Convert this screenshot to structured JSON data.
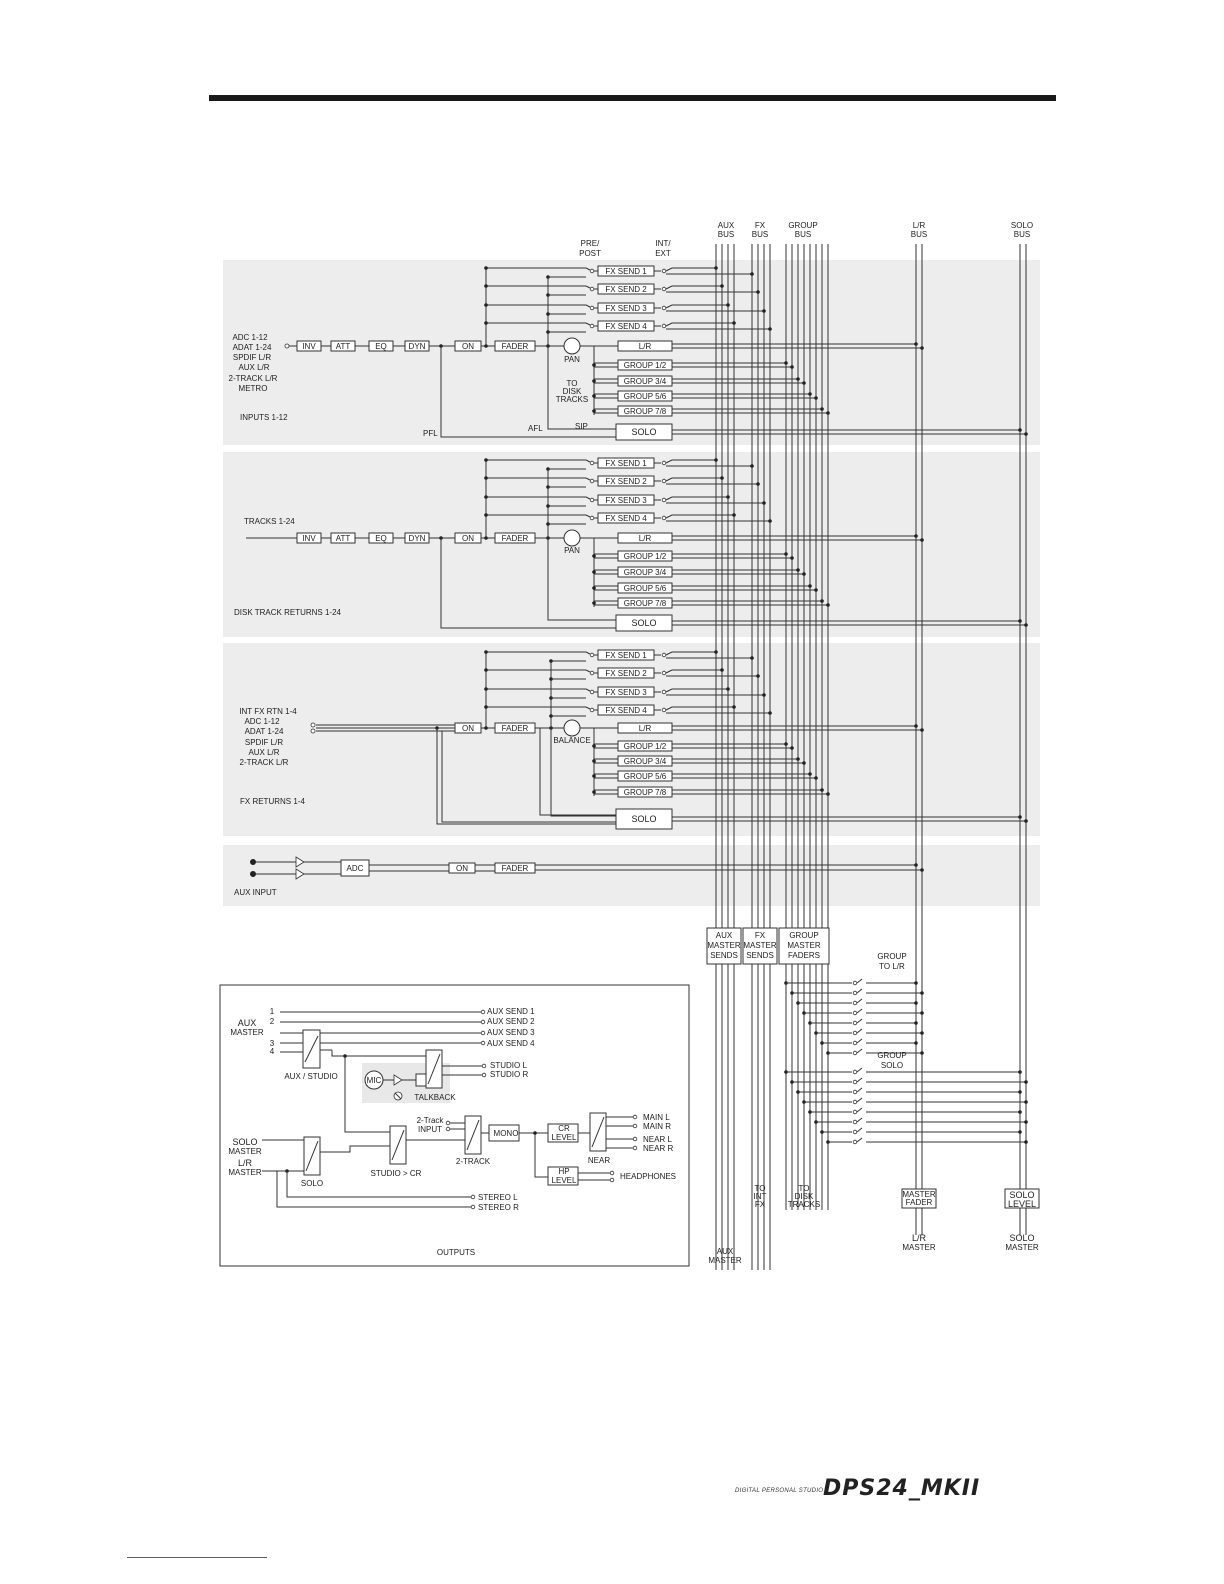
{
  "bus_headers": {
    "aux": [
      "AUX",
      "BUS"
    ],
    "fx": [
      "FX",
      "BUS"
    ],
    "group": [
      "GROUP",
      "BUS"
    ],
    "lr": [
      "L/R",
      "BUS"
    ],
    "solo": [
      "SOLO",
      "BUS"
    ]
  },
  "top_labels": {
    "pre_post": [
      "PRE/",
      "POST"
    ],
    "int_ext": [
      "INT/",
      "EXT"
    ]
  },
  "send_labels": [
    "FX SEND 1",
    "FX SEND 2",
    "FX SEND 3",
    "FX SEND 4"
  ],
  "route_labels": [
    "L/R",
    "GROUP 1/2",
    "GROUP 3/4",
    "GROUP 5/6",
    "GROUP 7/8"
  ],
  "solo_label": "SOLO",
  "chain": {
    "inv": "INV",
    "att": "ATT",
    "eq": "EQ",
    "dyn": "DYN",
    "on": "ON",
    "fader": "FADER",
    "adc": "ADC"
  },
  "inputs_section": {
    "sources": [
      "ADC 1-12",
      "ADAT 1-24",
      "SPDIF L/R",
      "AUX L/R",
      "2-TRACK L/R",
      "METRO"
    ],
    "title": "INPUTS 1-12",
    "pan": "PAN",
    "to_disk": [
      "TO",
      "DISK",
      "TRACKS"
    ],
    "pfl": "PFL",
    "afl": "AFL",
    "sip": "SIP"
  },
  "tracks_section": {
    "title_top": "TRACKS 1-24",
    "title": "DISK TRACK RETURNS 1-24",
    "pan": "PAN"
  },
  "fx_section": {
    "sources": [
      "INT FX RTN 1-4",
      "ADC 1-12",
      "ADAT 1-24",
      "SPDIF L/R",
      "AUX L/R",
      "2-TRACK L/R"
    ],
    "title": "FX RETURNS  1-4",
    "balance": "BALANCE"
  },
  "aux_section": {
    "title": "AUX INPUT"
  },
  "master_boxes": {
    "aux": [
      "AUX",
      "MASTER",
      "SENDS"
    ],
    "fx": [
      "FX",
      "MASTER",
      "SENDS"
    ],
    "group": [
      "GROUP",
      "MASTER",
      "FADERS"
    ]
  },
  "group_switch_labels": {
    "to_lr": [
      "GROUP",
      "TO L/R"
    ],
    "solo": [
      "GROUP",
      "SOLO"
    ]
  },
  "bottom_labels": {
    "to_int_fx": [
      "TO",
      "INT",
      "FX"
    ],
    "to_disk": [
      "TO",
      "DISK",
      "TRACKS"
    ],
    "master_fader": [
      "MASTER",
      "FADER"
    ],
    "solo_level": [
      "SOLO",
      "LEVEL"
    ],
    "lr_master": [
      "L/R",
      "MASTER"
    ],
    "solo_master": [
      "SOLO",
      "MASTER"
    ],
    "aux_master": [
      "AUX",
      "MASTER"
    ]
  },
  "outputs": {
    "aux_numbers": [
      "1",
      "2",
      "3",
      "4"
    ],
    "aux_label": [
      "AUX",
      "MASTER"
    ],
    "aux_sends": [
      "AUX SEND 1",
      "AUX SEND 2",
      "AUX SEND 3",
      "AUX SEND 4"
    ],
    "studio": [
      "STUDIO L",
      "STUDIO R"
    ],
    "aux_studio": "AUX / STUDIO",
    "mic": "MIC",
    "talkback": "TALKBACK",
    "two_track_input": [
      "2-Track",
      "INPUT"
    ],
    "two_track": "2-TRACK",
    "mono": "MONO",
    "cr_level": [
      "CR",
      "LEVEL"
    ],
    "hp_level": [
      "HP",
      "LEVEL"
    ],
    "main": [
      "MAIN L",
      "MAIN R"
    ],
    "near_out": [
      "NEAR L",
      "NEAR R"
    ],
    "near": "NEAR",
    "headphones": "HEADPHONES",
    "solo_master": [
      "SOLO",
      "MASTER"
    ],
    "lr_master": [
      "L/R",
      "MASTER"
    ],
    "solo": "SOLO",
    "studio_cr": "STUDIO > CR",
    "stereo": [
      "STEREO L",
      "STEREO R"
    ],
    "title": "OUTPUTS"
  },
  "footer": {
    "subtitle": "DIGITAL PERSONAL STUDIO",
    "logo": "DPS24_MKII"
  }
}
